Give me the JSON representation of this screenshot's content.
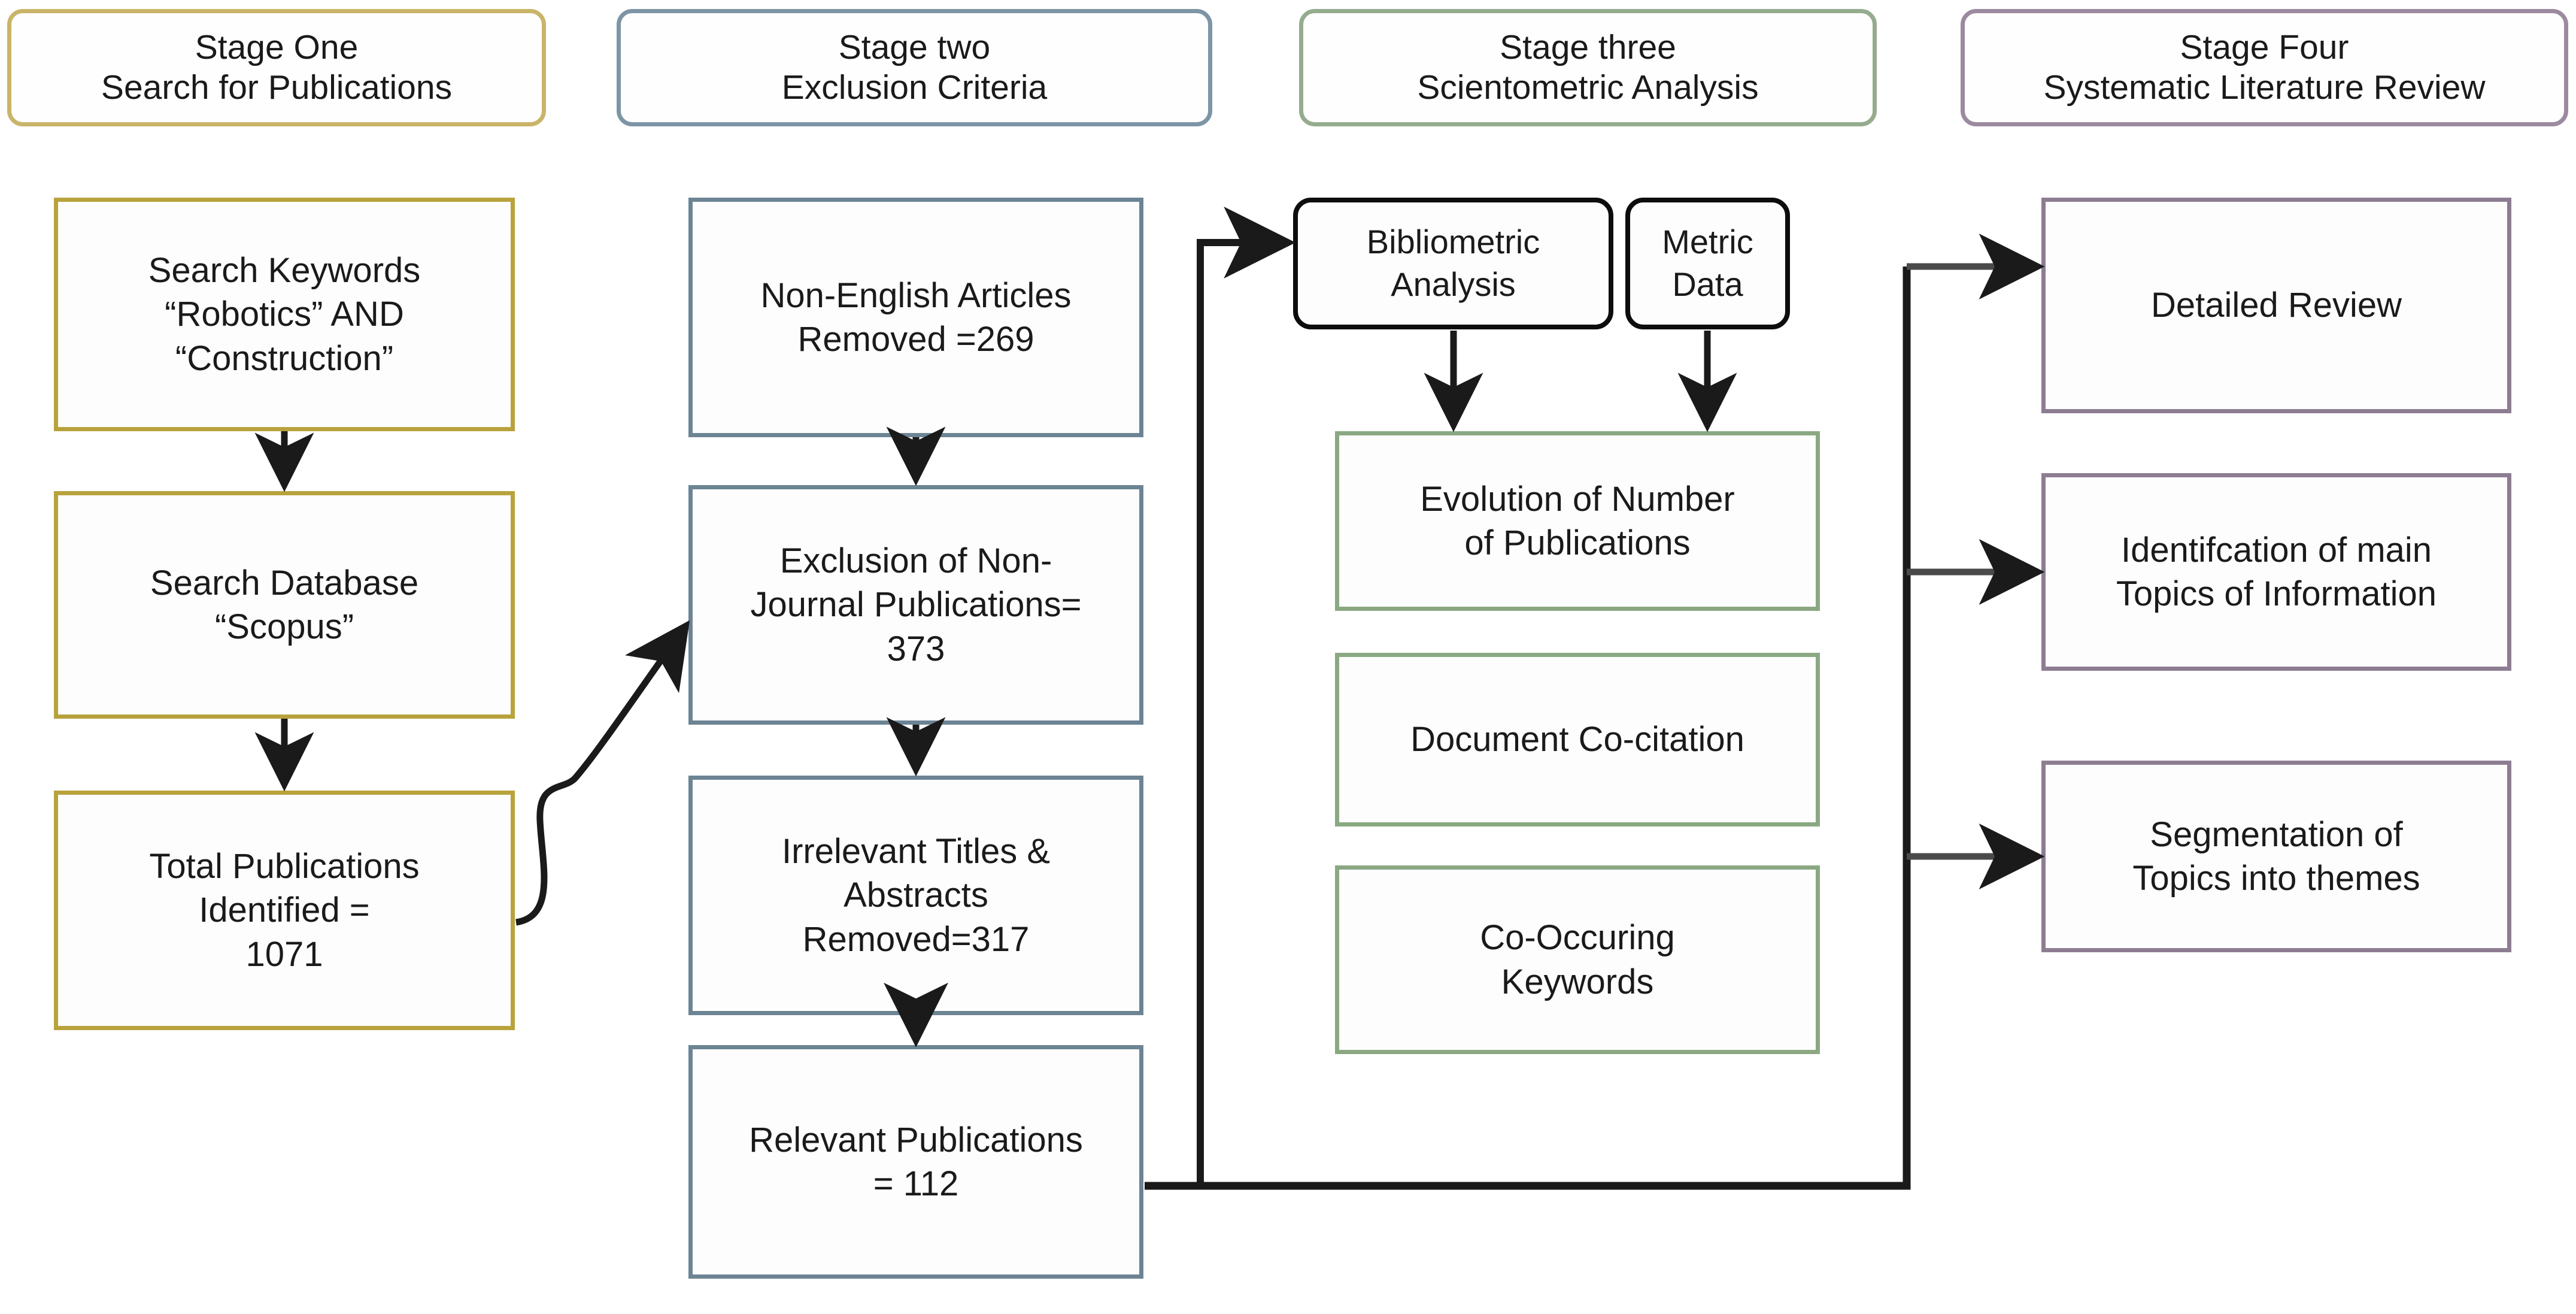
{
  "diagram": {
    "title": "Four-stage systematic literature review methodology flowchart",
    "colors": {
      "stage_one": "#b8a23c",
      "stage_two": "#6c8494",
      "stage_three": "#8aa882",
      "stage_four": "#8d7d92",
      "connector": "#1a1a1a",
      "background": "#ffffff"
    }
  },
  "headers": [
    {
      "line1": "Stage One",
      "line2": "Search for Publications"
    },
    {
      "line1": "Stage two",
      "line2": "Exclusion Criteria"
    },
    {
      "line1": "Stage three",
      "line2": "Scientometric Analysis"
    },
    {
      "line1": "Stage Four",
      "line2": "Systematic Literature Review"
    }
  ],
  "stage_one": {
    "nodes": [
      {
        "text": "Search Keywords\n“Robotics” AND\n“Construction”"
      },
      {
        "text": "Search Database\n“Scopus”"
      },
      {
        "text": "Total Publications\nIdentified =\n1071"
      }
    ]
  },
  "stage_two": {
    "nodes": [
      {
        "text": "Non-English Articles\nRemoved =269"
      },
      {
        "text": "Exclusion of Non-\nJournal Publications=\n373"
      },
      {
        "text": "Irrelevant Titles &\nAbstracts\nRemoved=317"
      },
      {
        "text": "Relevant Publications\n= 112"
      }
    ]
  },
  "stage_three": {
    "sources": [
      {
        "text": "Bibliometric\nAnalysis"
      },
      {
        "text": "Metric\nData"
      }
    ],
    "outputs": [
      {
        "text": "Evolution of Number\nof Publications"
      },
      {
        "text": "Document Co-citation"
      },
      {
        "text": "Co-Occuring\nKeywords"
      }
    ]
  },
  "stage_four": {
    "nodes": [
      {
        "text": "Detailed Review"
      },
      {
        "text": "Identifcation of main\nTopics of Information"
      },
      {
        "text": "Segmentation of\nTopics into themes"
      }
    ]
  }
}
